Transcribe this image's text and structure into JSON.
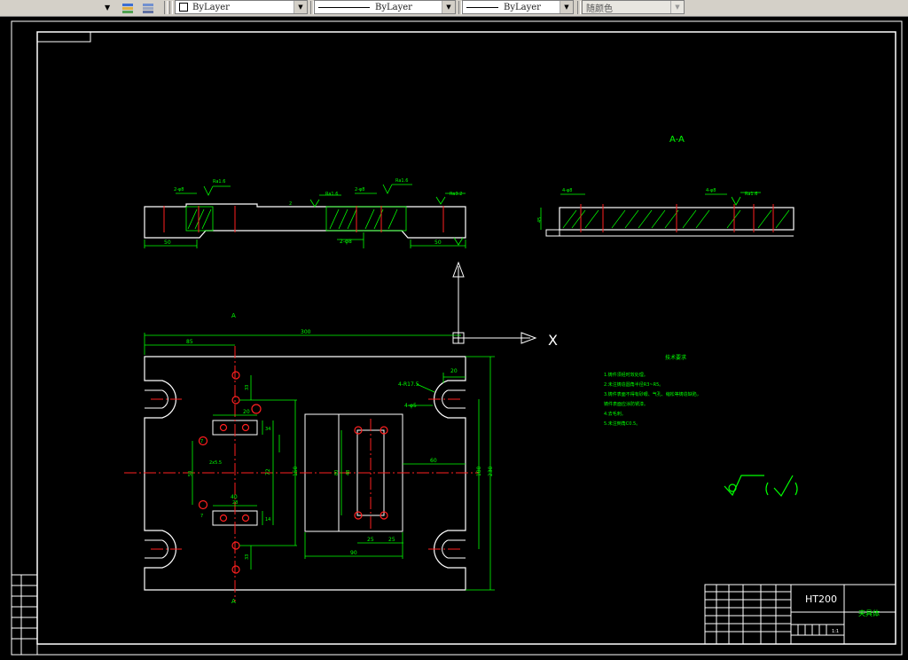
{
  "toolbar": {
    "layer_icons": [
      "layers-icon",
      "layer-states-icon"
    ],
    "color_combo": "ByLayer",
    "linetype_combo": "ByLayer",
    "lineweight_combo": "ByLayer",
    "plotstyle_combo": "随颜色"
  },
  "drawing": {
    "section_title": "A-A",
    "axis_label": "X",
    "section_mark_top": "A",
    "section_mark_bottom": "A",
    "side_view_dims": {
      "left": "50",
      "right": "50",
      "mid": "2-φ8",
      "roughness_1": "Ra1.6",
      "roughness_2": "Ra1.6",
      "roughness_3": "Ra1.6",
      "roughness_4": "Ra3.2",
      "holes_1": "2-φ8",
      "holes_2": "2-φ8",
      "depth": "2"
    },
    "section_view_dims": {
      "holes_left": "4-φ8",
      "holes_right": "4-φ8",
      "roughness": "Ra1.6",
      "height": "45"
    },
    "plan_dims": {
      "overall_width": "300",
      "left_offset": "85",
      "slot_dim_right": "20",
      "hole_note_1": "4-R17.5",
      "hole_note_2": "4-φ5",
      "right_dist": "60",
      "bottom_width": "90",
      "h_overall": "230",
      "h_inner": "180",
      "h_centre": "150",
      "dim_20": "20",
      "dim_34": "34",
      "dim_40": "40",
      "dim_28": "28",
      "dim_14": "14",
      "dim_72": "72",
      "dim_33_top": "33",
      "dim_33_bottom": "33",
      "dim_25a": "25",
      "dim_25b": "25",
      "dim_80": "80",
      "dim_48": "48",
      "dim_7a": "7",
      "dim_7b": "7",
      "dim_50": "50",
      "dim_tol": "2x5.5"
    },
    "notes": {
      "title": "技术要求",
      "lines": [
        "1.铸件须经时效处理。",
        "2.未注铸造圆角半径R3~R5。",
        "3.铸件表面不得有砂眼、气孔、缩松等铸造缺陷，",
        "  铸件表面应涂防锈漆。",
        "4.去毛刺。",
        "5.未注倒角C0.5。"
      ]
    },
    "title_block": {
      "material": "HT200",
      "part_name": "夹具体",
      "scale": "1:1"
    }
  },
  "colors": {
    "background": "#000000",
    "outline": "#ffffff",
    "dimension": "#00ff00",
    "centerline": "#ff2020",
    "hatch": "#00ff00"
  }
}
